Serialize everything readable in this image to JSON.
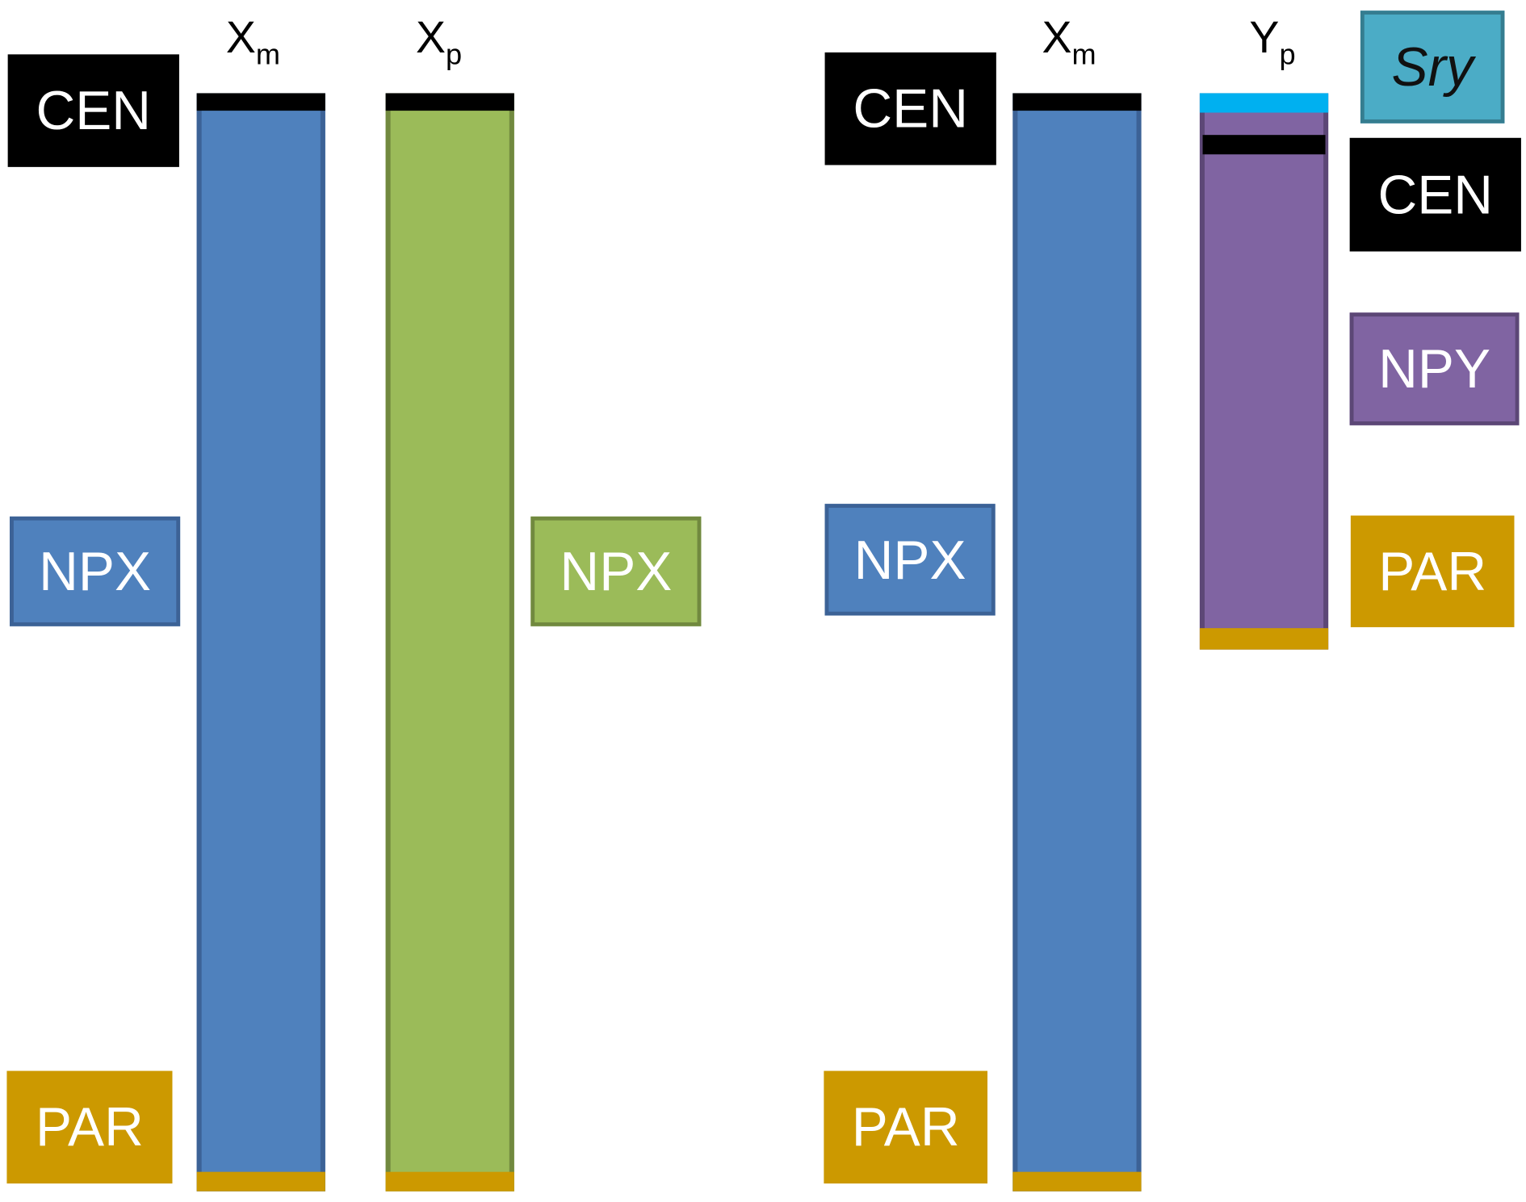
{
  "colors": {
    "x_maternal": "#4f81bd",
    "x_maternal_border": "#3c6296",
    "x_paternal": "#9bbb59",
    "x_paternal_border": "#71893f",
    "y_paternal": "#8064a2",
    "y_paternal_border": "#5c4776",
    "centromere": "#000000",
    "par": "#cc9900",
    "sry_band": "#00b0f0",
    "sry_box": "#4bacc6",
    "sry_box_border": "#357d90"
  },
  "panels": {
    "female": {
      "chromosomes": [
        {
          "name": "X",
          "subscript": "m"
        },
        {
          "name": "X",
          "subscript": "p"
        }
      ],
      "labels": {
        "cen": "CEN",
        "npx_left": "NPX",
        "npx_right": "NPX",
        "par": "PAR"
      }
    },
    "male": {
      "chromosomes": [
        {
          "name": "X",
          "subscript": "m"
        },
        {
          "name": "Y",
          "subscript": "p"
        }
      ],
      "labels": {
        "cen_left": "CEN",
        "npx": "NPX",
        "par_left": "PAR",
        "sry": "Sry",
        "cen_right": "CEN",
        "npy": "NPY",
        "par_right": "PAR"
      }
    }
  }
}
